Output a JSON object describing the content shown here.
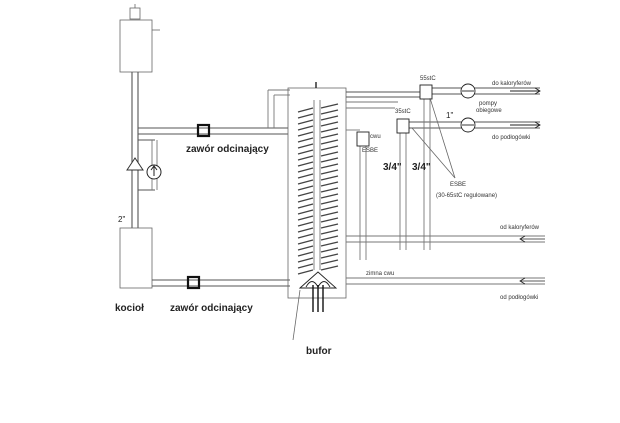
{
  "labels": {
    "valve_top": "zawór odcinający",
    "valve_bottom": "zawór odcinający",
    "boiler": "kocioł",
    "buffer": "bufor",
    "pipe_2in": "2\"",
    "temp_55": "55stC",
    "temp_35": "35stC",
    "to_radiators": "do kaloryferów",
    "to_floor": "do podłogówki",
    "pumps_line1": "pompy",
    "pumps_line2": "obiegowe",
    "one_inch": "1\"",
    "cwu": "cwu",
    "esbe_small": "ESBE",
    "three_quarter_a": "3/4\"",
    "three_quarter_b": "3/4\"",
    "esbe_big": "ESBE",
    "esbe_range": "(30-65stC regulowane)",
    "from_radiators": "od kaloryferów",
    "cold_cwu": "zimna cwu",
    "from_floor": "od podłogówki"
  }
}
